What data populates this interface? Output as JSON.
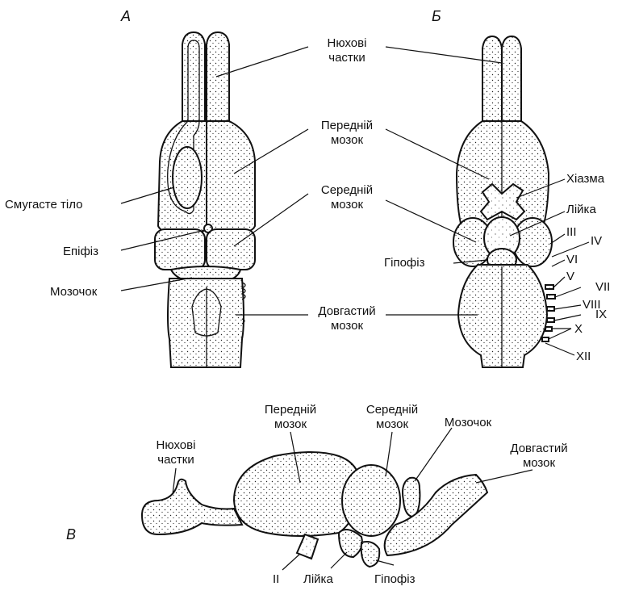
{
  "panels": {
    "a": "А",
    "b": "Б",
    "c": "В"
  },
  "labels": {
    "olfactory_top": [
      "Нюхові",
      "частки"
    ],
    "forebrain_top": [
      "Передній",
      "мозок"
    ],
    "midbrain_top": [
      "Середній",
      "мозок"
    ],
    "medulla_top": [
      "Довгастий",
      "мозок"
    ],
    "striatum": "Смугасте тіло",
    "epiphysis": "Епіфіз",
    "cerebellum_a": "Мозочок",
    "chiasm": "Хіазма",
    "infundibulum_b": "Лійка",
    "hypophysis_b": "Гіпофіз",
    "nerves": [
      "III",
      "IV",
      "V",
      "VI",
      "VII",
      "VIII",
      "IX",
      "X",
      "XII"
    ],
    "forebrain_c": [
      "Передній",
      "мозок"
    ],
    "midbrain_c": [
      "Середній",
      "мозок"
    ],
    "cerebellum_c": "Мозочок",
    "medulla_c": [
      "Довгастий",
      "мозок"
    ],
    "olfactory_c": [
      "Нюхові",
      "частки"
    ],
    "nerve_ii": "II",
    "infundibulum_c": "Лійка",
    "hypophysis_c": "Гіпофіз"
  },
  "colors": {
    "ink": "#111111",
    "paper": "#ffffff"
  }
}
